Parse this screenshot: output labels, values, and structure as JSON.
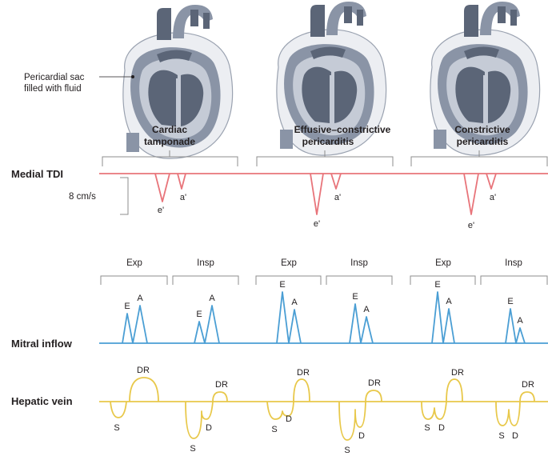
{
  "colors": {
    "tdi": "#e8747a",
    "mitral": "#4a9ed4",
    "hepatic": "#e8c84a",
    "bracket": "#8c8c8c",
    "text": "#231f20",
    "heart_dark": "#5b6577",
    "heart_mid": "#8a94a6",
    "heart_light": "#c5cbd6",
    "sac_fill": "#eceef2"
  },
  "annotation": {
    "sac_line1": "Pericardial sac",
    "sac_line2": "filled with fluid"
  },
  "conditions": [
    {
      "line1": "Cardiac",
      "line2": "tamponade",
      "icon": "heart-icon"
    },
    {
      "line1": "Effusive–constrictive",
      "line2": "pericarditis",
      "icon": "heart-icon"
    },
    {
      "line1": "Constrictive",
      "line2": "pericarditis",
      "icon": "heart-icon"
    }
  ],
  "rows": {
    "tdi": "Medial TDI",
    "mitral": "Mitral inflow",
    "hepatic": "Hepatic vein"
  },
  "scale_label": "8 cm/s",
  "phases": {
    "exp": "Exp",
    "insp": "Insp"
  },
  "waves": {
    "e_prime": "e'",
    "a_prime": "a'",
    "E": "E",
    "A": "A",
    "S": "S",
    "D": "D",
    "DR": "DR"
  }
}
